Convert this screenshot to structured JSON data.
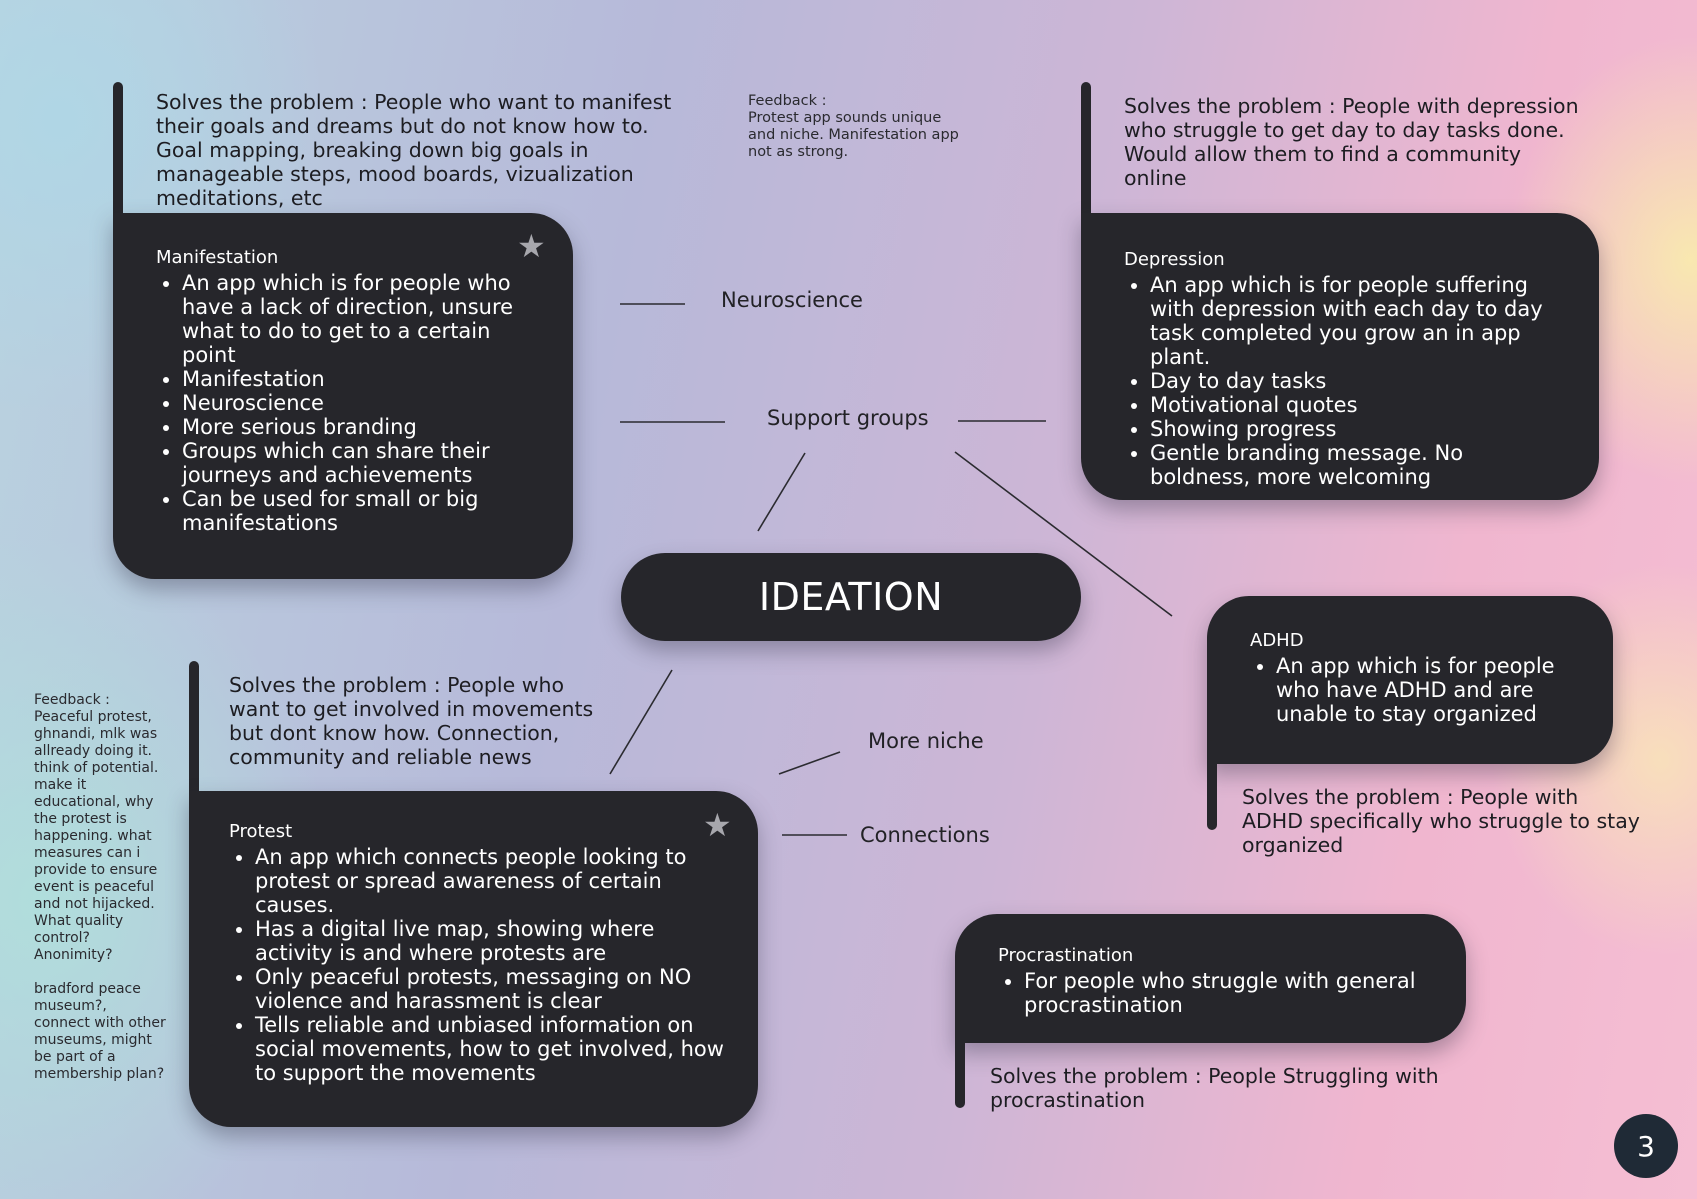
{
  "center": {
    "title": "IDEATION"
  },
  "cards": {
    "manifestation": {
      "title": "Manifestation",
      "bullets": [
        "An app which is for people who have a lack of direction, unsure what to do to get to a certain point",
        "Manifestation",
        "Neuroscience",
        "More serious branding",
        "Groups which can share their journeys and achievements",
        "Can be used for small or big manifestations"
      ],
      "problem": "Solves the problem : People who want to manifest their goals and dreams but do not know how to. Goal mapping, breaking down big goals in manageable steps, mood boards, vizualization meditations, etc"
    },
    "depression": {
      "title": "Depression",
      "bullets": [
        "An app which is for people suffering with depression with each day to day task completed you grow an in app plant.",
        "Day to day tasks",
        "Motivational quotes",
        "Showing progress",
        "Gentle branding message. No boldness, more welcoming"
      ],
      "problem": "Solves the problem : People with depression who struggle to get day to day tasks done. Would allow them to find a community online"
    },
    "adhd": {
      "title": "ADHD",
      "bullets": [
        "An app which is for people who have ADHD and are unable to stay organized"
      ],
      "problem": "Solves the problem : People with ADHD specifically who struggle to stay organized"
    },
    "protest": {
      "title": "Protest",
      "bullets": [
        "An app which connects people looking to protest or spread awareness of certain causes.",
        "Has a digital live map, showing where activity is and where protests are",
        "Only peaceful protests, messaging on NO violence and harassment is clear",
        "Tells reliable and unbiased information on social movements, how to get involved, how to support the movements"
      ],
      "problem": "Solves the problem : People who want to get involved in movements but dont know how. Connection, community and reliable news"
    },
    "procrastination": {
      "title": "Procrastination",
      "bullets": [
        "For people who struggle with general procrastination"
      ],
      "problem": "Solves the problem : People Struggling with procrastination"
    }
  },
  "keywords": {
    "neuroscience": "Neuroscience",
    "support_groups": "Support groups",
    "more_niche": "More niche",
    "connections": "Connections"
  },
  "feedback": {
    "top": "Feedback :\nProtest app sounds unique and niche. Manifestation app not as strong.",
    "left": "Feedback :\nPeaceful protest, ghnandi, mlk was allready doing it. think of potential. make it educational, why the protest is happening. what measures can i provide to ensure event is peaceful and not hijacked. What quality control? Anonimity?\n\nbradford peace museum?, connect with other museums, might be part of a membership plan?"
  },
  "icons": {
    "starred": "star-icon"
  },
  "colors": {
    "card": "#26262b",
    "page_badge": "#1f2a36"
  },
  "page_number": "3"
}
